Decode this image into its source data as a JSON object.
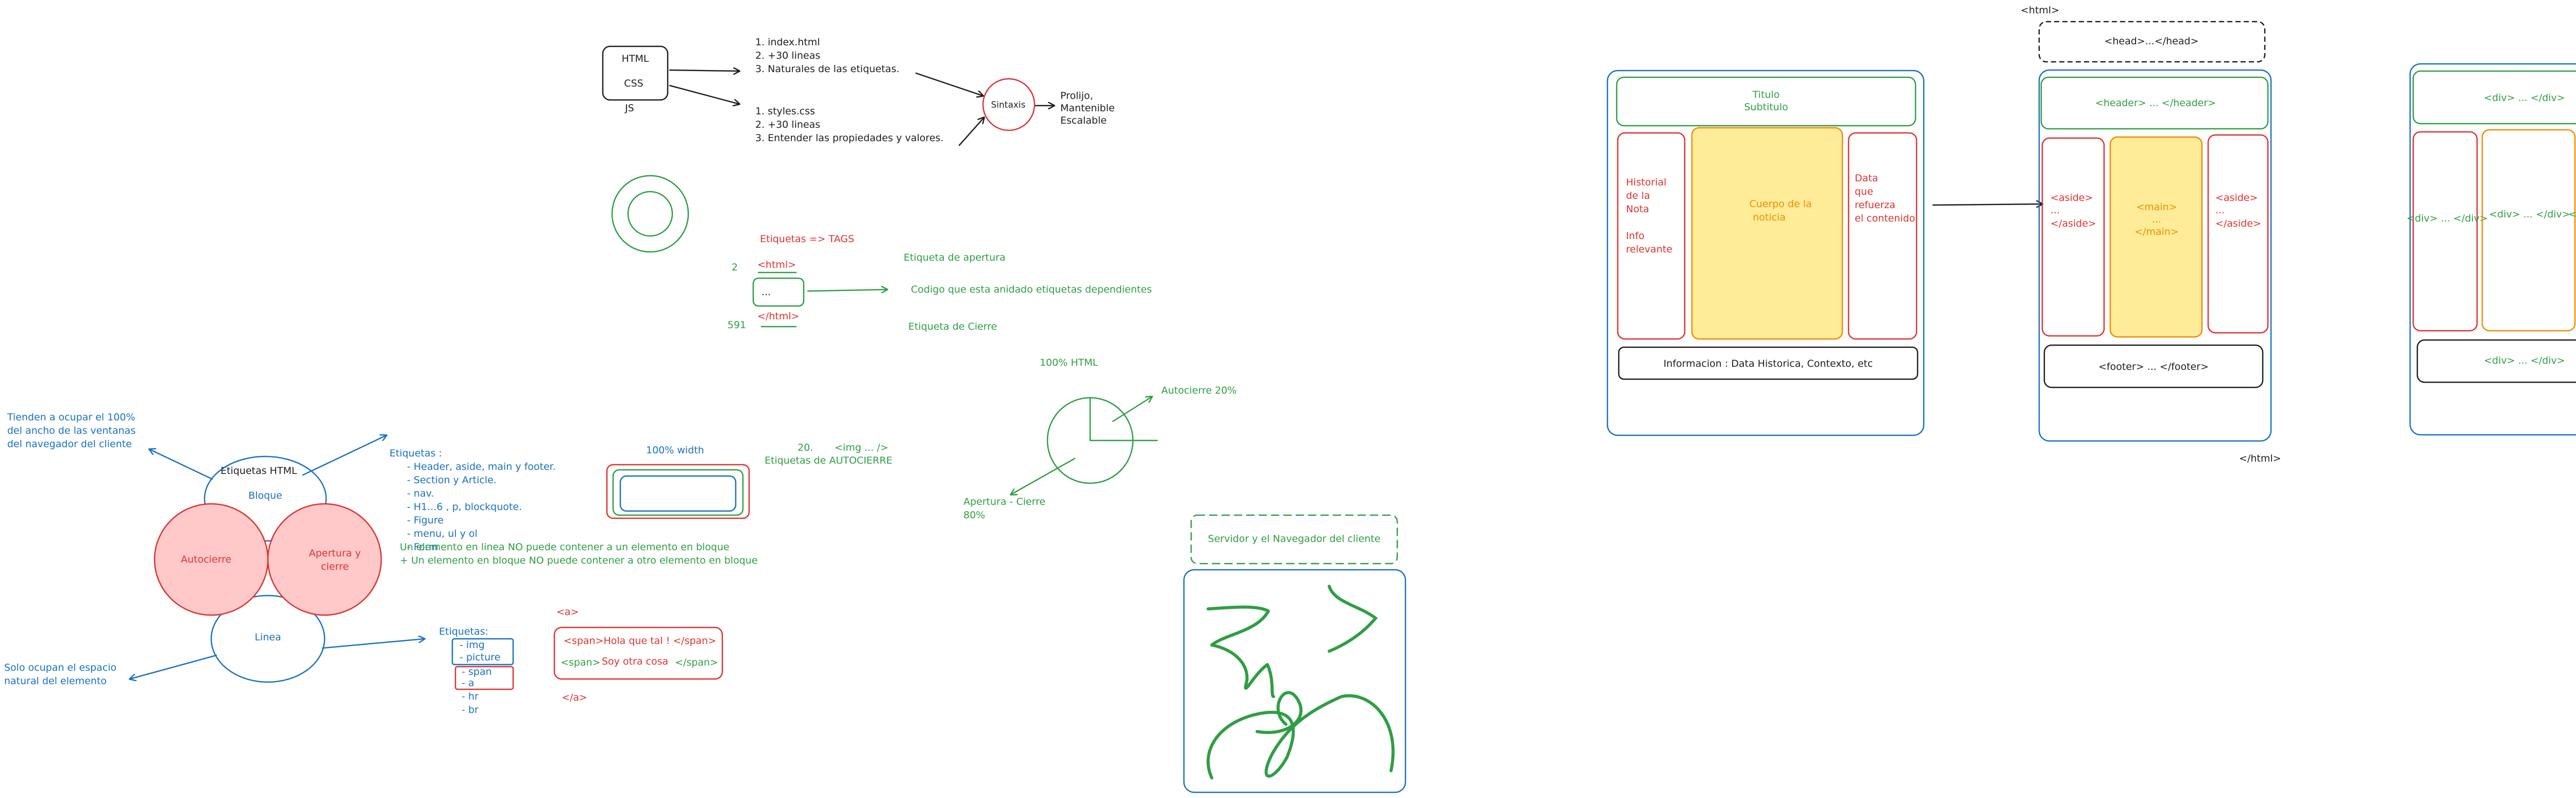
{
  "colors": {
    "black": "#1e1e1e",
    "red": "#e03131",
    "green": "#2f9e44",
    "blue": "#1971c2",
    "orange": "#f08c00",
    "red_fill": "#ffc9c9",
    "yellow_fill": "#ffec99"
  },
  "box_html": {
    "html": "HTML",
    "css": "CSS",
    "js": "JS"
  },
  "index_notes": [
    "1. index.html",
    "2. +30 lineas",
    "3. Naturales de las etiquetas."
  ],
  "styles_notes": [
    "1. styles.css",
    "2. +30 lineas",
    "3. Entender las propiedades y valores."
  ],
  "sintaxis": "Sintaxis",
  "sintaxis_result": [
    "Prolijo,",
    "Mantenible",
    "Escalable"
  ],
  "tags": {
    "title": "Etiquetas => TAGS",
    "num_open": "2",
    "num_close": "591",
    "open_tag": "<html>",
    "content": "...",
    "close_tag": "</html>",
    "open_label": "Etiqueta de apertura",
    "content_label": "Codigo que esta anidado etiquetas dependientes",
    "close_label": "Etiqueta de Cierre"
  },
  "etiquetas_html": {
    "title": "Etiquetas HTML",
    "left_note": [
      "Tienden a ocupar el 100%",
      "del ancho de las ventanas",
      "del navegador del cliente"
    ],
    "bottom_note": [
      "Solo ocupan el espacio",
      "natural del elemento"
    ],
    "bloque": "Bloque",
    "linea": "Linea",
    "autocierre": "Autocierre",
    "apertura": [
      "Apertura y",
      "cierre"
    ],
    "block_list_title": "Etiquetas :",
    "block_list": [
      "- Header, aside, main y footer.",
      "- Section y Article.",
      "- nav.",
      "- H1...6 , p, blockquote.",
      "- Figure",
      "- menu, ul y ol",
      "- Form"
    ],
    "rule_1": "Un elemento en linea NO puede contener a un elemento en bloque",
    "rule_2": "+ Un elemento en bloque NO puede contener a otro elemento en bloque",
    "inline_list_title": "Etiquetas:",
    "inline_list": [
      "- img",
      "- picture",
      "- span",
      "- a",
      "- hr",
      "- br"
    ]
  },
  "width_box": {
    "label": "100% width"
  },
  "autocierre_note": {
    "label": "Etiquetas de AUTOCIERRE",
    "num": "20.",
    "example": "<img ... />"
  },
  "span_example": {
    "a_open": "<a>",
    "span1": "<span>Hola que tal ! </span>",
    "span2_open": "<span>",
    "span2_text": "Soy otra cosa",
    "span2_close": "</span>",
    "a_close": "</a>"
  },
  "pie_note": {
    "top": "100% HTML",
    "right": "Autocierre 20%",
    "bottom": [
      "Apertura - Cierre",
      "80%"
    ]
  },
  "server_box": "Servidor y el Navegador del cliente",
  "page_layout": {
    "title": [
      "Titulo",
      "Subtitulo"
    ],
    "left_aside": [
      "Historial",
      "de la",
      "Nota",
      "",
      "Info",
      "relevante"
    ],
    "main": [
      "Cuerpo de la",
      "noticia"
    ],
    "right_aside": [
      "Data",
      "que",
      "refuerza",
      "el contenido"
    ],
    "footer": "Informacion : Data Historica, Contexto, etc"
  },
  "semantic_layout": {
    "html_open": "<html>",
    "head": "<head>...</head>",
    "header": "<header> ... </header>",
    "aside_left": [
      "<aside>",
      "...",
      "</aside>"
    ],
    "main": [
      "<main>",
      "...",
      "</main>"
    ],
    "aside_right": [
      "<aside>",
      "...",
      "</aside>"
    ],
    "footer": "<footer> ... </footer>",
    "html_close": "</html>"
  },
  "div_layout": {
    "header": "<div> ... </div>",
    "left": "<div> ... </div>",
    "middle": "<div> ... </div>",
    "right": "<div> ... </div>",
    "footer": "<div> ... </div>"
  }
}
